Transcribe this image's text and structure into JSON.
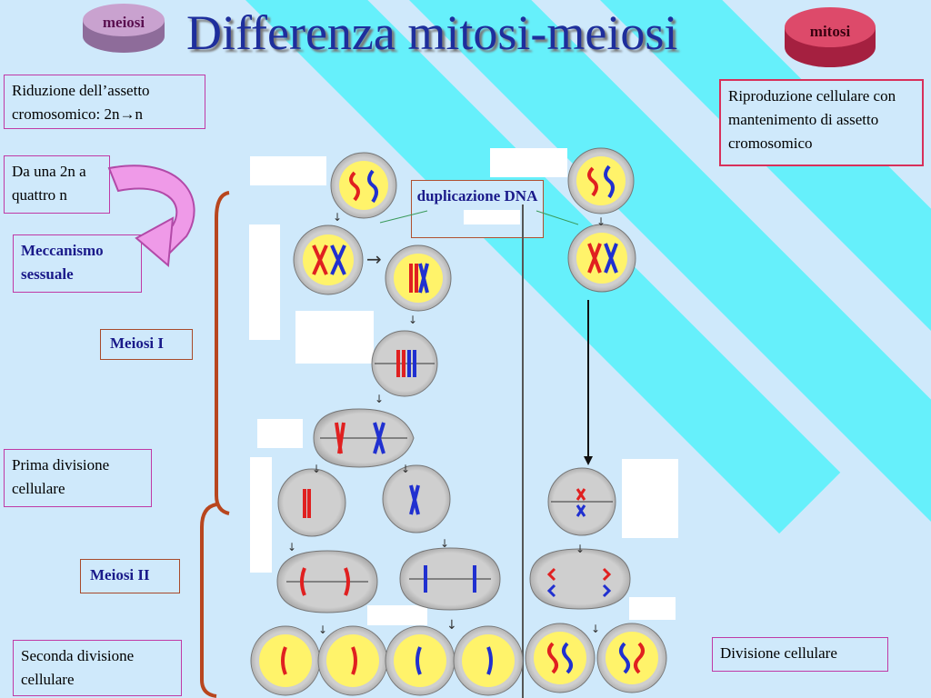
{
  "title": "Differenza mitosi-meiosi",
  "badges": {
    "meiosi": "meiosi",
    "mitosi": "mitosi"
  },
  "boxes": {
    "riduzione": "Riduzione dell’assetto cromosomico: 2n→n",
    "riproduzione": "Riproduzione cellulare con mantenimento di assetto cromosomico",
    "da_una": "Da una 2n a quattro n",
    "meccanismo": "Meccanismo sessuale",
    "duplicazione": "duplicazione DNA",
    "meiosi_1": "Meiosi I",
    "prima_divisione": "Prima divisione cellulare",
    "meiosi_2": "Meiosi II",
    "seconda_divisione": "Seconda divisione cellulare",
    "divisione_cellulare": "Divisione cellulare"
  },
  "colors": {
    "background": "#cfe9fb",
    "stripe": "#66f0fb",
    "title": "#1e2e9c",
    "meiosi_badge": "#c79ac9",
    "mitosi_badge": "#d23a5c",
    "chromosome_red": "#e02020",
    "chromosome_blue": "#2030d0"
  }
}
